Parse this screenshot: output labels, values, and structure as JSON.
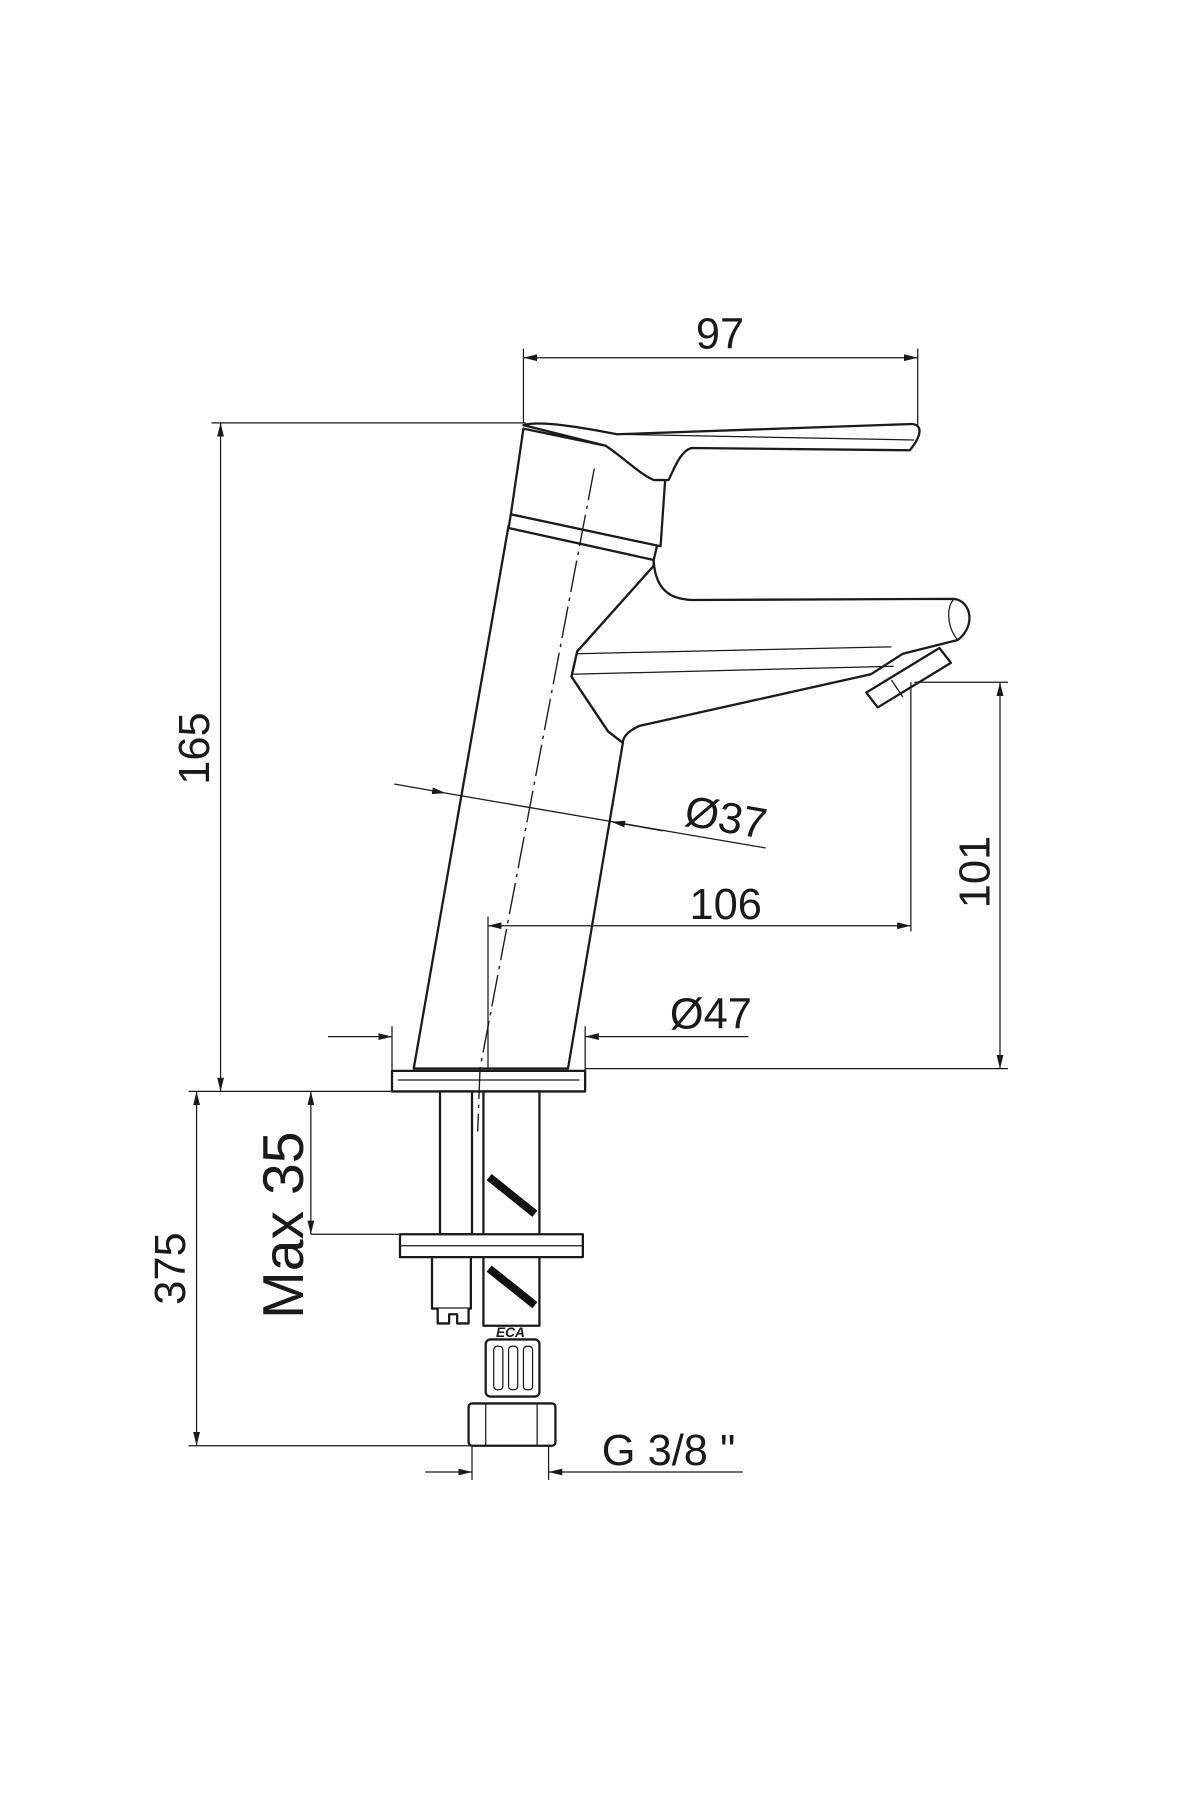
{
  "drawing": {
    "dimensions": {
      "lever_length": "97",
      "total_height": "165",
      "body_diameter": "Ø37",
      "spout_reach": "106",
      "spout_height": "101",
      "base_diameter": "Ø47",
      "hose_length": "375",
      "max_deck_thickness": "Max 35",
      "connection_thread": "G 3/8 \""
    },
    "hose_marking": "ECA",
    "line_color": "#1a1a1a",
    "background": "#ffffff"
  }
}
